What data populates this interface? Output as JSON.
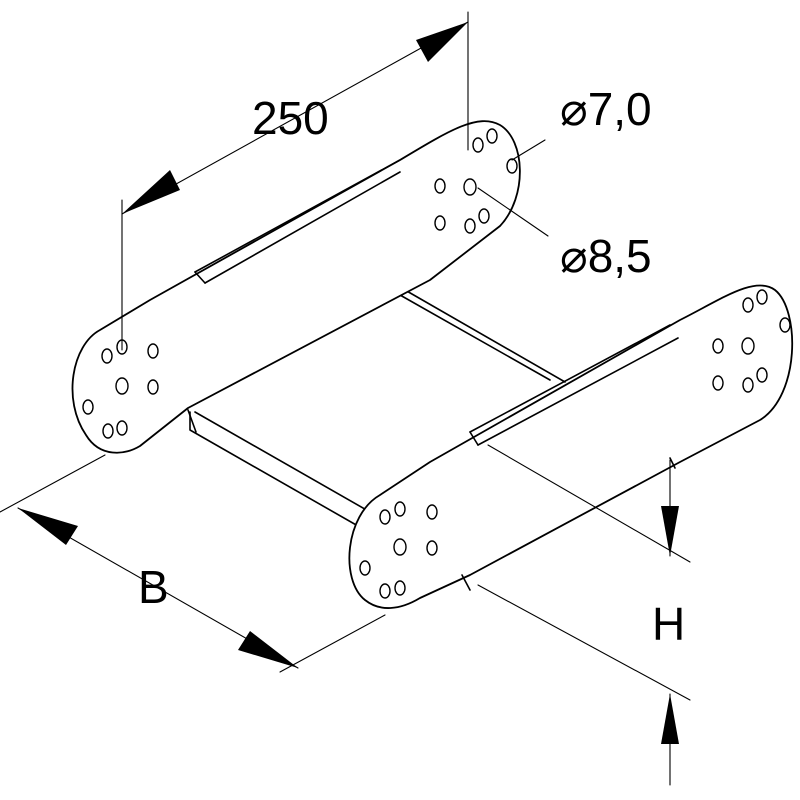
{
  "dimensions": {
    "length": "250",
    "hole_small": "⌀7,0",
    "hole_large": "⌀8,5",
    "width": "B",
    "height": "H"
  }
}
